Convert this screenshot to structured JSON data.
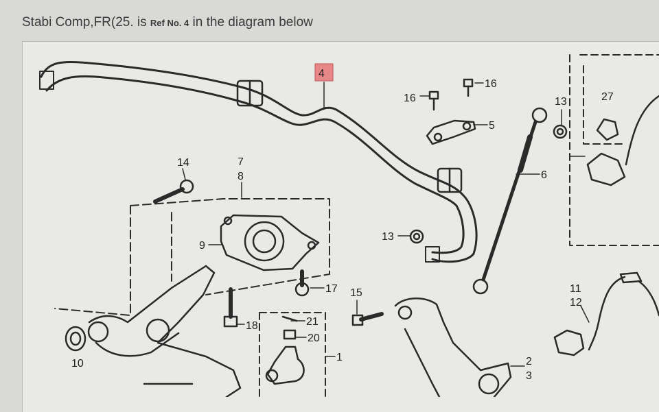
{
  "header": {
    "prefix": "Stabi Comp,FR(25. is",
    "ref_label": "Ref No. 4",
    "suffix": "in the diagram below"
  },
  "highlight_color": "#e88787",
  "callouts": {
    "c4": "4",
    "c16a": "16",
    "c16b": "16",
    "c5": "5",
    "c13a": "13",
    "c27": "27",
    "c6": "6",
    "c14": "14",
    "c7": "7",
    "c8": "8",
    "c9": "9",
    "c13b": "13",
    "c17": "17",
    "c15": "15",
    "c21": "21",
    "c18": "18",
    "c20": "20",
    "c1": "1",
    "c10": "10",
    "c11": "11",
    "c12": "12",
    "c2": "2",
    "c3": "3"
  }
}
